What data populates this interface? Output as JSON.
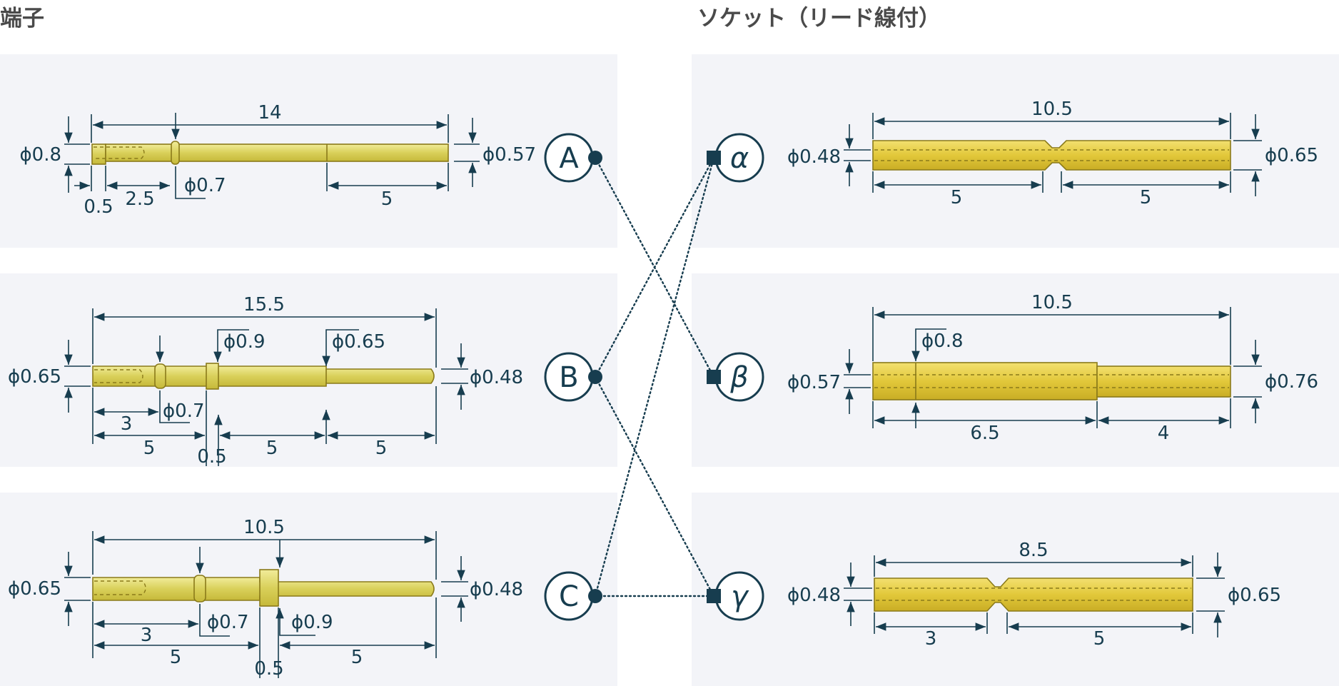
{
  "headings": {
    "left": "端子",
    "right": "ソケット（リード線付）"
  },
  "terminals": [
    {
      "node": "A",
      "overall": "14",
      "dia_left": "ϕ0.8",
      "dia_right": "ϕ0.57",
      "groove": "ϕ0.7",
      "dims": [
        "0.5",
        "2.5",
        "5"
      ]
    },
    {
      "node": "B",
      "overall": "15.5",
      "dia_left": "ϕ0.65",
      "dia_right": "ϕ0.48",
      "groove": "ϕ0.7",
      "collar": "ϕ0.9",
      "step": "ϕ0.65",
      "dims": [
        "3",
        "5",
        "0.5",
        "5",
        "5"
      ]
    },
    {
      "node": "C",
      "overall": "10.5",
      "dia_left": "ϕ0.65",
      "dia_right": "ϕ0.48",
      "groove": "ϕ0.7",
      "collar": "ϕ0.9",
      "dims": [
        "3",
        "5",
        "0.5",
        "5"
      ]
    }
  ],
  "sockets": [
    {
      "node": "α",
      "overall": "10.5",
      "dia_left": "ϕ0.48",
      "dia_right": "ϕ0.65",
      "dims": [
        "5",
        "5"
      ]
    },
    {
      "node": "β",
      "overall": "10.5",
      "dia_left": "ϕ0.57",
      "dia_right": "ϕ0.76",
      "step": "ϕ0.8",
      "dims": [
        "6.5",
        "4"
      ]
    },
    {
      "node": "γ",
      "overall": "8.5",
      "dia_left": "ϕ0.48",
      "dia_right": "ϕ0.65",
      "dims": [
        "3",
        "5"
      ]
    }
  ],
  "connections": [
    [
      "A",
      "β"
    ],
    [
      "B",
      "α"
    ],
    [
      "B",
      "γ"
    ],
    [
      "C",
      "α"
    ],
    [
      "C",
      "γ"
    ]
  ],
  "colors": {
    "panel": "#f3f4f8",
    "ink": "#173d4f",
    "pin": "#dcd35a"
  }
}
